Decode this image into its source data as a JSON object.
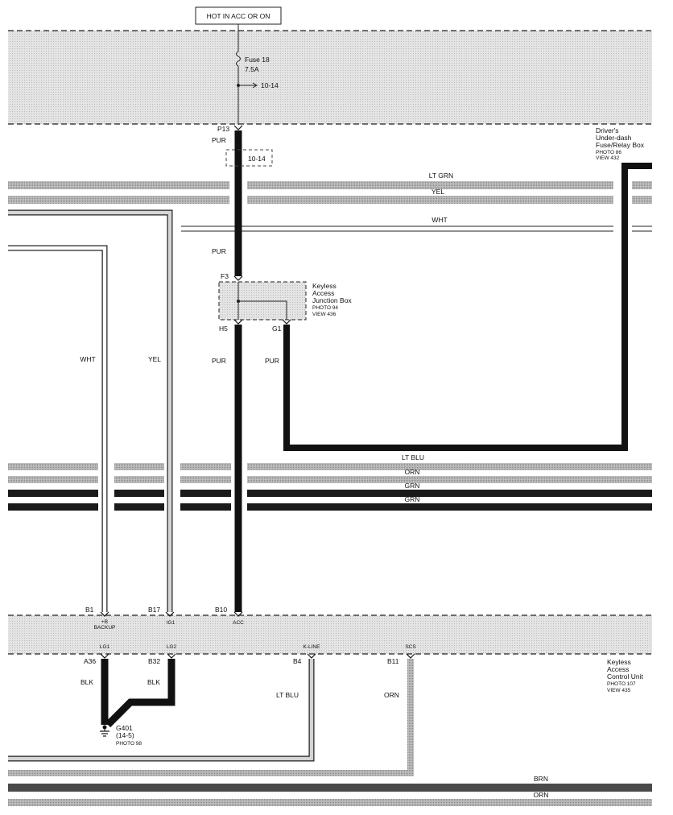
{
  "header_box": "HOT IN ACC OR ON",
  "fuse": {
    "name": "Fuse 18",
    "rating": "7.5A",
    "ref": "10-14"
  },
  "fuse_box": {
    "name": [
      "Driver's",
      "Under-dash",
      "Fuse/Relay Box"
    ],
    "photo": "PHOTO 86",
    "view": "VIEW 432"
  },
  "junction_box": {
    "name": [
      "Keyless",
      "Access",
      "Junction Box"
    ],
    "photo": "PHOTO 94",
    "view": "VIEW 436"
  },
  "control_unit": {
    "name": [
      "Keyless",
      "Access",
      "Control Unit"
    ],
    "photo": "PHOTO 107",
    "view": "VIEW 435"
  },
  "ground": {
    "name": "G401",
    "ref": "(14-5)",
    "photo": "PHOTO 98"
  },
  "connectors": {
    "p13": "P13",
    "f3": "F3",
    "h5": "H5",
    "g1": "G1",
    "b1": "B1",
    "b17": "B17",
    "b10": "B10",
    "a36": "A36",
    "b32": "B32",
    "b4": "B4",
    "b11": "B11",
    "ref_box": "10-14"
  },
  "pins": {
    "backup_1": "+B",
    "backup_2": "BACKUP",
    "ig1": "IG1",
    "acc": "ACC",
    "lg1": "LG1",
    "lg2": "LG2",
    "kline": "K-LINE",
    "scs": "SCS"
  },
  "wire_colors": {
    "pur_top": "PUR",
    "pur_mid": "PUR",
    "pur_h5": "PUR",
    "pur_g1": "PUR",
    "wht_v": "WHT",
    "yel_v": "YEL",
    "lt_grn": "LT GRN",
    "yel_h": "YEL",
    "wht_h": "WHT",
    "lt_blu_h": "LT BLU",
    "orn_h": "ORN",
    "grn_h1": "GRN",
    "grn_h2": "GRN",
    "blk_1": "BLK",
    "blk_2": "BLK",
    "lt_blu_v": "LT BLU",
    "orn_v": "ORN",
    "brn_bottom": "BRN",
    "orn_bottom": "ORN"
  }
}
